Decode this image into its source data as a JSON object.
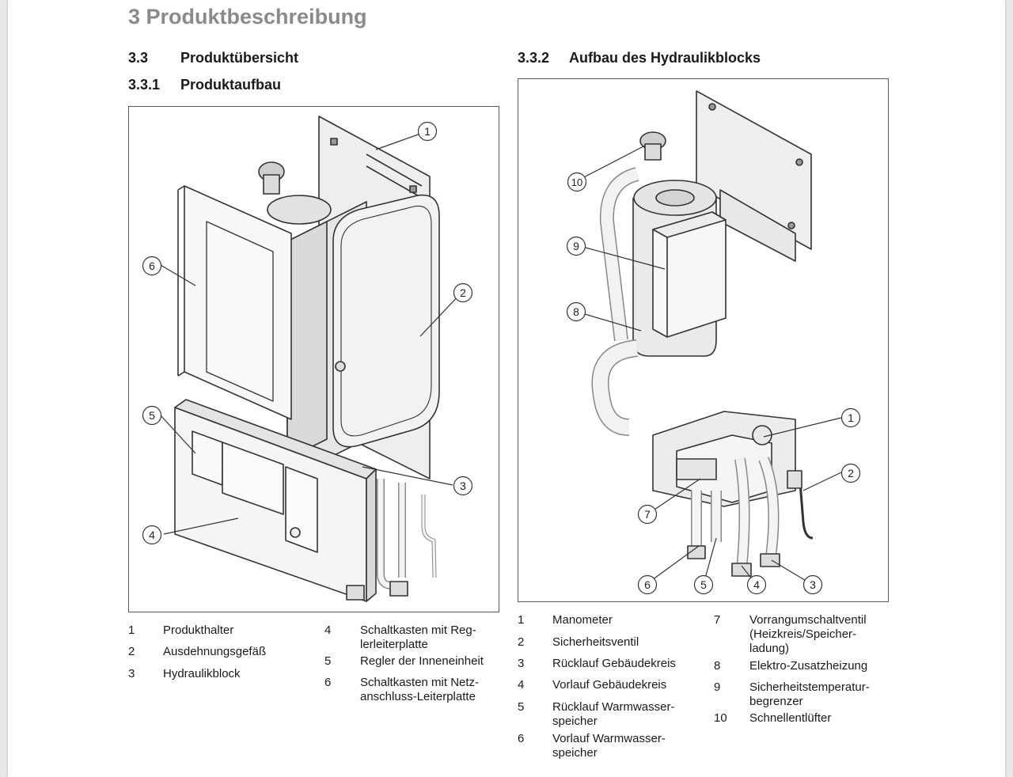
{
  "chapter_title": "3 Produktbeschreibung",
  "sections": {
    "s33": {
      "number": "3.3",
      "title": "Produktübersicht"
    },
    "s331": {
      "number": "3.3.1",
      "title": "Produktaufbau"
    },
    "s332": {
      "number": "3.3.2",
      "title": "Aufbau des Hydraulikblocks"
    }
  },
  "figure_left": {
    "callouts": [
      "1",
      "2",
      "3",
      "4",
      "5",
      "6"
    ]
  },
  "figure_right": {
    "callouts": [
      "1",
      "2",
      "3",
      "4",
      "5",
      "6",
      "7",
      "8",
      "9",
      "10"
    ]
  },
  "legend_left": [
    {
      "n": "1",
      "text": "Produkthalter"
    },
    {
      "n": "2",
      "text": "Ausdehnungsgefäß"
    },
    {
      "n": "3",
      "text": "Hydraulikblock"
    },
    {
      "n": "4",
      "text": "Schaltkasten mit Reg-\nlerleiterplatte"
    },
    {
      "n": "5",
      "text": "Regler der Inneneinheit"
    },
    {
      "n": "6",
      "text": "Schaltkasten mit Netz-\nanschluss-Leiterplatte"
    }
  ],
  "legend_right": [
    {
      "n": "1",
      "text": "Manometer"
    },
    {
      "n": "2",
      "text": "Sicherheitsventil"
    },
    {
      "n": "3",
      "text": "Rücklauf Gebäudekreis"
    },
    {
      "n": "4",
      "text": "Vorlauf Gebäudekreis"
    },
    {
      "n": "5",
      "text": "Rücklauf Warmwasser-\nspeicher"
    },
    {
      "n": "6",
      "text": "Vorlauf Warmwasser-\nspeicher"
    },
    {
      "n": "7",
      "text": "Vorrangumschaltventil\n(Heizkreis/Speicher-\nladung)"
    },
    {
      "n": "8",
      "text": "Elektro-Zusatzheizung"
    },
    {
      "n": "9",
      "text": "Sicherheitstemperatur-\nbegrenzer"
    },
    {
      "n": "10",
      "text": "Schnellentlüfter"
    }
  ]
}
